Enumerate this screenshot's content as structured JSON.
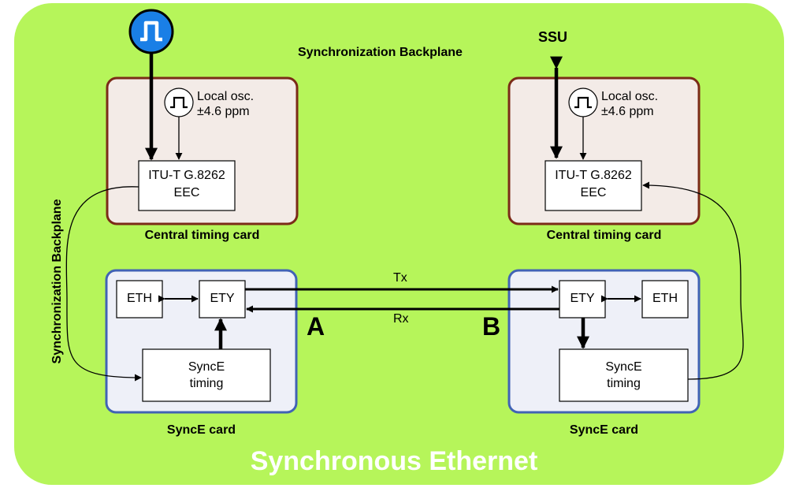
{
  "diagram": {
    "title_top": "Synchronization Backplane",
    "title_side": "Synchronization Backplane",
    "footer": "Synchronous Ethernet",
    "ssu": "SSU",
    "colors": {
      "background": "#b6f55a",
      "central_card_fill": "#f3ebe7",
      "central_card_border": "#7b2b18",
      "synce_card_fill": "#eef0f8",
      "synce_card_border": "#4163b5",
      "clock_source": "#1a7fe6"
    },
    "central_left": {
      "osc_line1": "Local osc.",
      "osc_line2": "±4.6 ppm",
      "eec_line1": "ITU-T G.8262",
      "eec_line2": "EEC",
      "caption": "Central timing card"
    },
    "central_right": {
      "osc_line1": "Local osc.",
      "osc_line2": "±4.6 ppm",
      "eec_line1": "ITU-T G.8262",
      "eec_line2": "EEC",
      "caption": "Central timing card"
    },
    "synce_left": {
      "eth": "ETH",
      "ety": "ETY",
      "timing_line1": "SyncE",
      "timing_line2": "timing",
      "caption": "SyncE card",
      "side": "A"
    },
    "synce_right": {
      "eth": "ETH",
      "ety": "ETY",
      "timing_line1": "SyncE",
      "timing_line2": "timing",
      "caption": "SyncE card",
      "side": "B"
    },
    "links": {
      "tx": "Tx",
      "rx": "Rx"
    },
    "icons": {
      "source": "clock-source-icon",
      "oscillator": "oscillator-icon"
    }
  }
}
